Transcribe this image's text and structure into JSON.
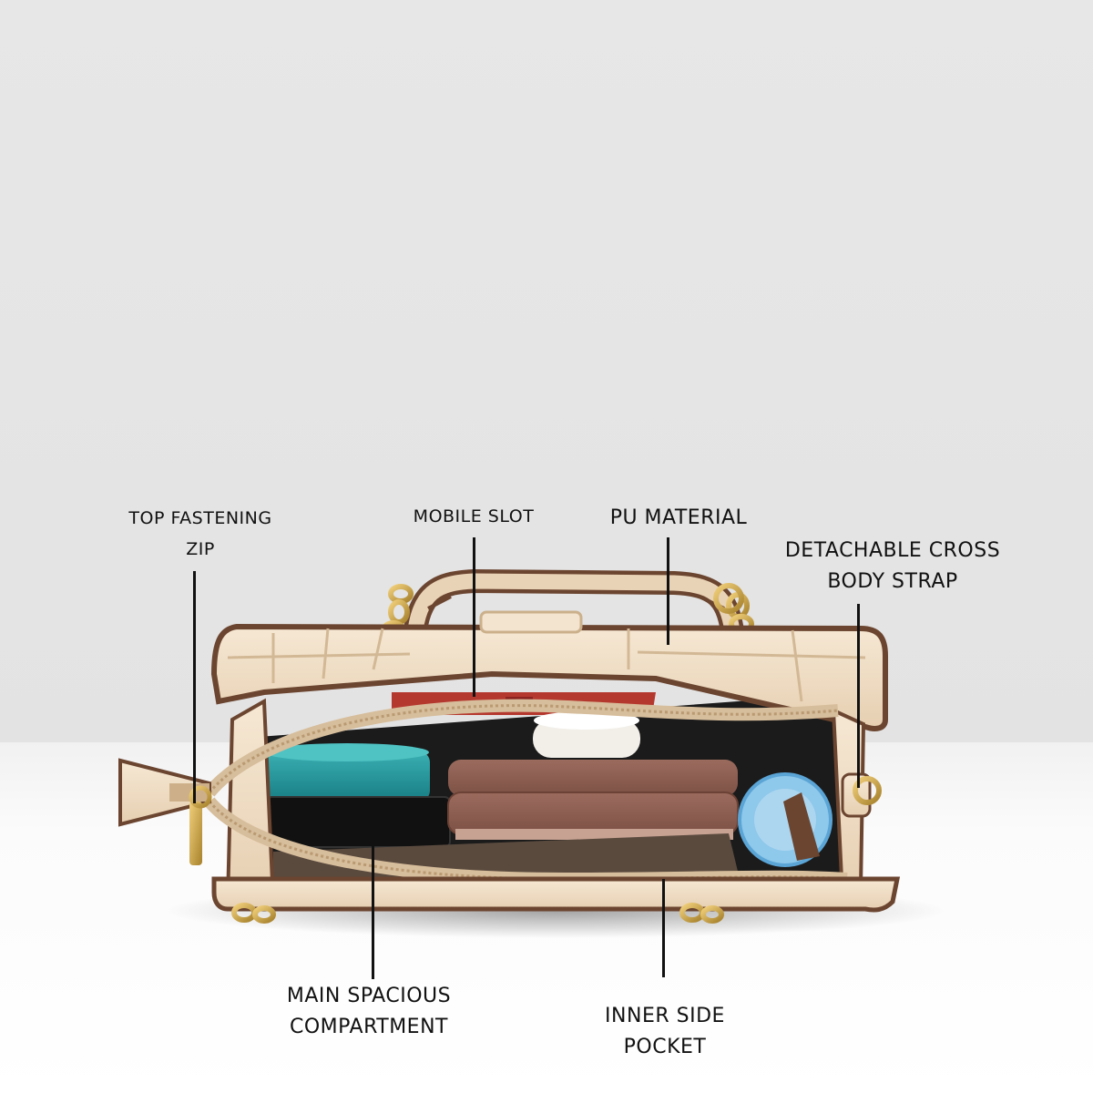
{
  "callouts": {
    "top_zip": [
      "TOP FASTENING",
      "ZIP"
    ],
    "mobile_slot": "MOBILE SLOT",
    "pu_material": "PU MATERIAL",
    "strap": [
      "DETACHABLE CROSS",
      "BODY STRAP"
    ],
    "main_compartment": [
      "MAIN SPACIOUS",
      "COMPARTMENT"
    ],
    "inner_pocket": [
      "INNER SIDE",
      "POCKET"
    ]
  },
  "colors": {
    "background": "#e5e5e5",
    "floor": "#ffffff",
    "bag_cream": "#efdcc3",
    "trim_brown": "#6b4530",
    "chain_gold": "#c9a041",
    "text": "#111111"
  }
}
